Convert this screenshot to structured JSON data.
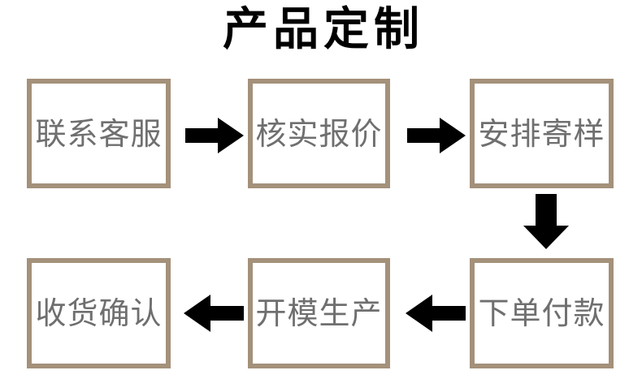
{
  "diagram": {
    "title": "产品定制",
    "title_color": "#000000",
    "box_border_color": "#a4917a",
    "box_fill_color": "#ffffff",
    "label_color": "#6f6f6f",
    "arrow_color": "#000000",
    "background_color": "#ffffff",
    "type": "flowchart",
    "steps": [
      {
        "order": 1,
        "label": "联系客服",
        "row": "top",
        "column": 1
      },
      {
        "order": 2,
        "label": "核实报价",
        "row": "top",
        "column": 2
      },
      {
        "order": 3,
        "label": "安排寄样",
        "row": "top",
        "column": 3
      },
      {
        "order": 4,
        "label": "下单付款",
        "row": "bottom",
        "column": 3
      },
      {
        "order": 5,
        "label": "开模生产",
        "row": "bottom",
        "column": 2
      },
      {
        "order": 6,
        "label": "收货确认",
        "row": "bottom",
        "column": 1
      }
    ],
    "connectors": [
      {
        "from": "联系客服",
        "to": "核实报价",
        "direction": "right",
        "icon": "arrow-right-icon"
      },
      {
        "from": "核实报价",
        "to": "安排寄样",
        "direction": "right",
        "icon": "arrow-right-icon"
      },
      {
        "from": "安排寄样",
        "to": "下单付款",
        "direction": "down",
        "icon": "arrow-down-icon"
      },
      {
        "from": "下单付款",
        "to": "开模生产",
        "direction": "left",
        "icon": "arrow-left-icon"
      },
      {
        "from": "开模生产",
        "to": "收货确认",
        "direction": "left",
        "icon": "arrow-left-icon"
      }
    ]
  }
}
